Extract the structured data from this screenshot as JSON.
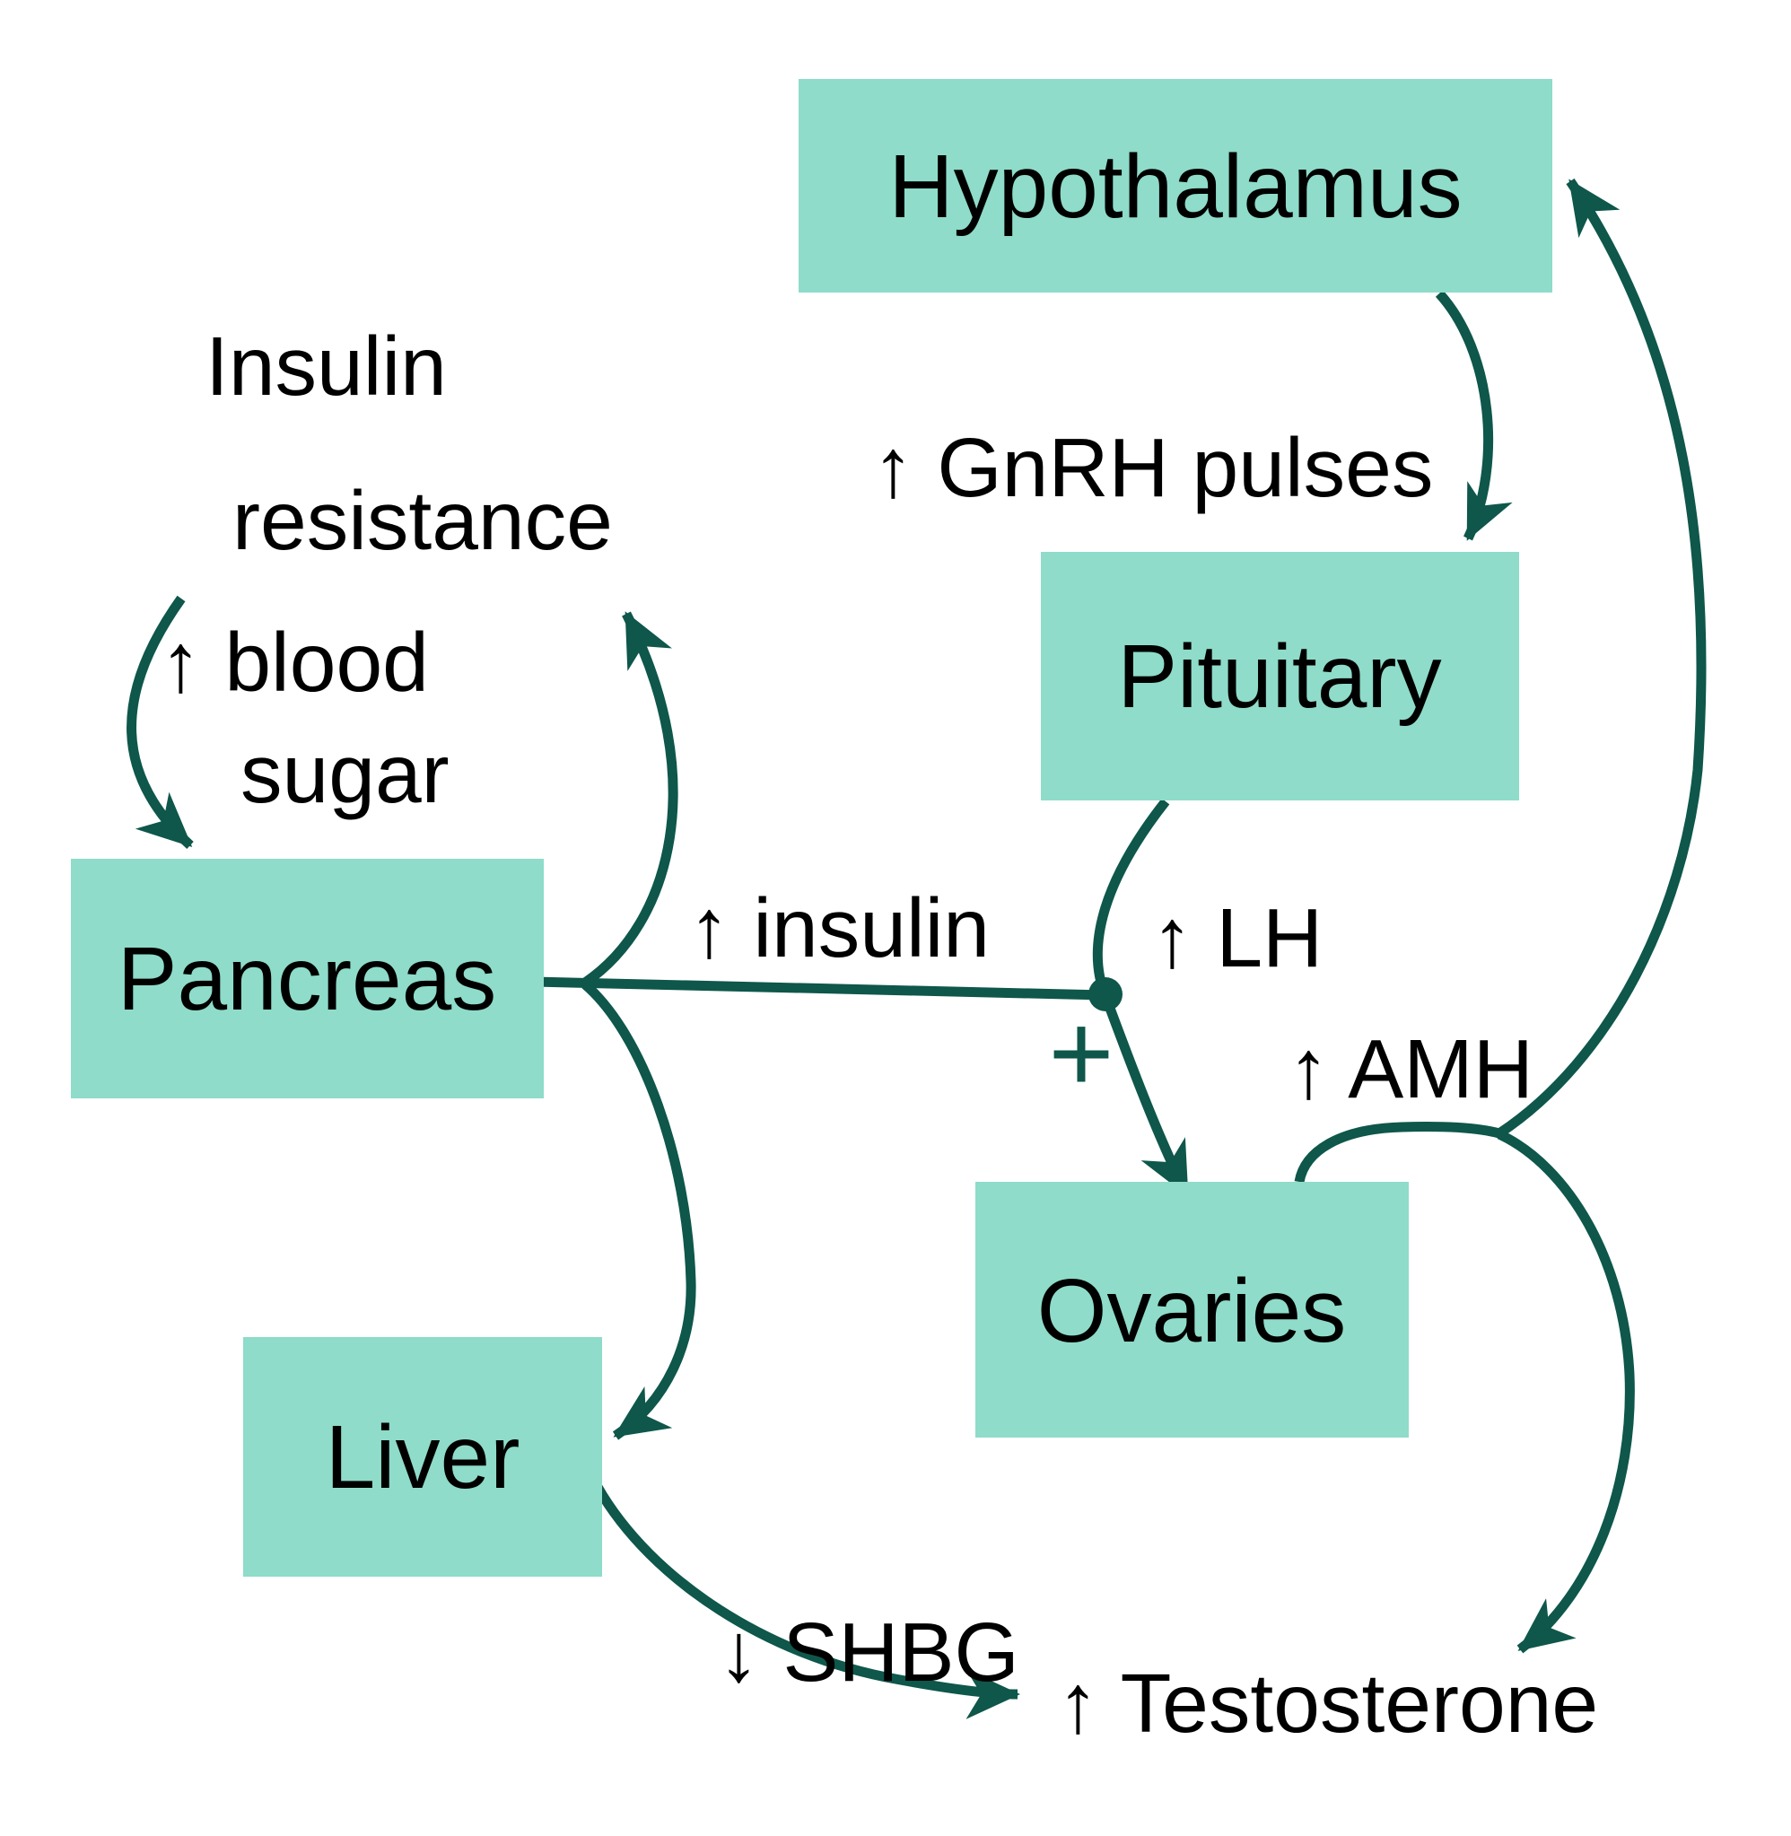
{
  "diagram": {
    "title": "Hormonal feedback loop diagram",
    "colors": {
      "background": "#ffffff",
      "box_fill": "#8edcc9",
      "arrow": "#0e574a",
      "text": "#000000"
    },
    "nodes": {
      "hypothalamus": {
        "label": "Hypothalamus"
      },
      "pituitary": {
        "label": "Pituitary"
      },
      "pancreas": {
        "label": "Pancreas"
      },
      "ovaries": {
        "label": "Ovaries"
      },
      "liver": {
        "label": "Liver"
      }
    },
    "labels": {
      "insulin_resistance_line1": "Insulin",
      "insulin_resistance_line2": "resistance",
      "blood_sugar_line1": "↑ blood",
      "blood_sugar_line2": "sugar",
      "gnrh_pulses": "↑ GnRH pulses",
      "insulin": "↑ insulin",
      "lh": "↑ LH",
      "amh": "↑ AMH",
      "shbg": "↓ SHBG",
      "testosterone": "↑ Testosterone",
      "plus": "+"
    },
    "icons": {
      "junction_dot": "filled-circle-junction",
      "arrowhead": "triangle-arrowhead"
    }
  }
}
